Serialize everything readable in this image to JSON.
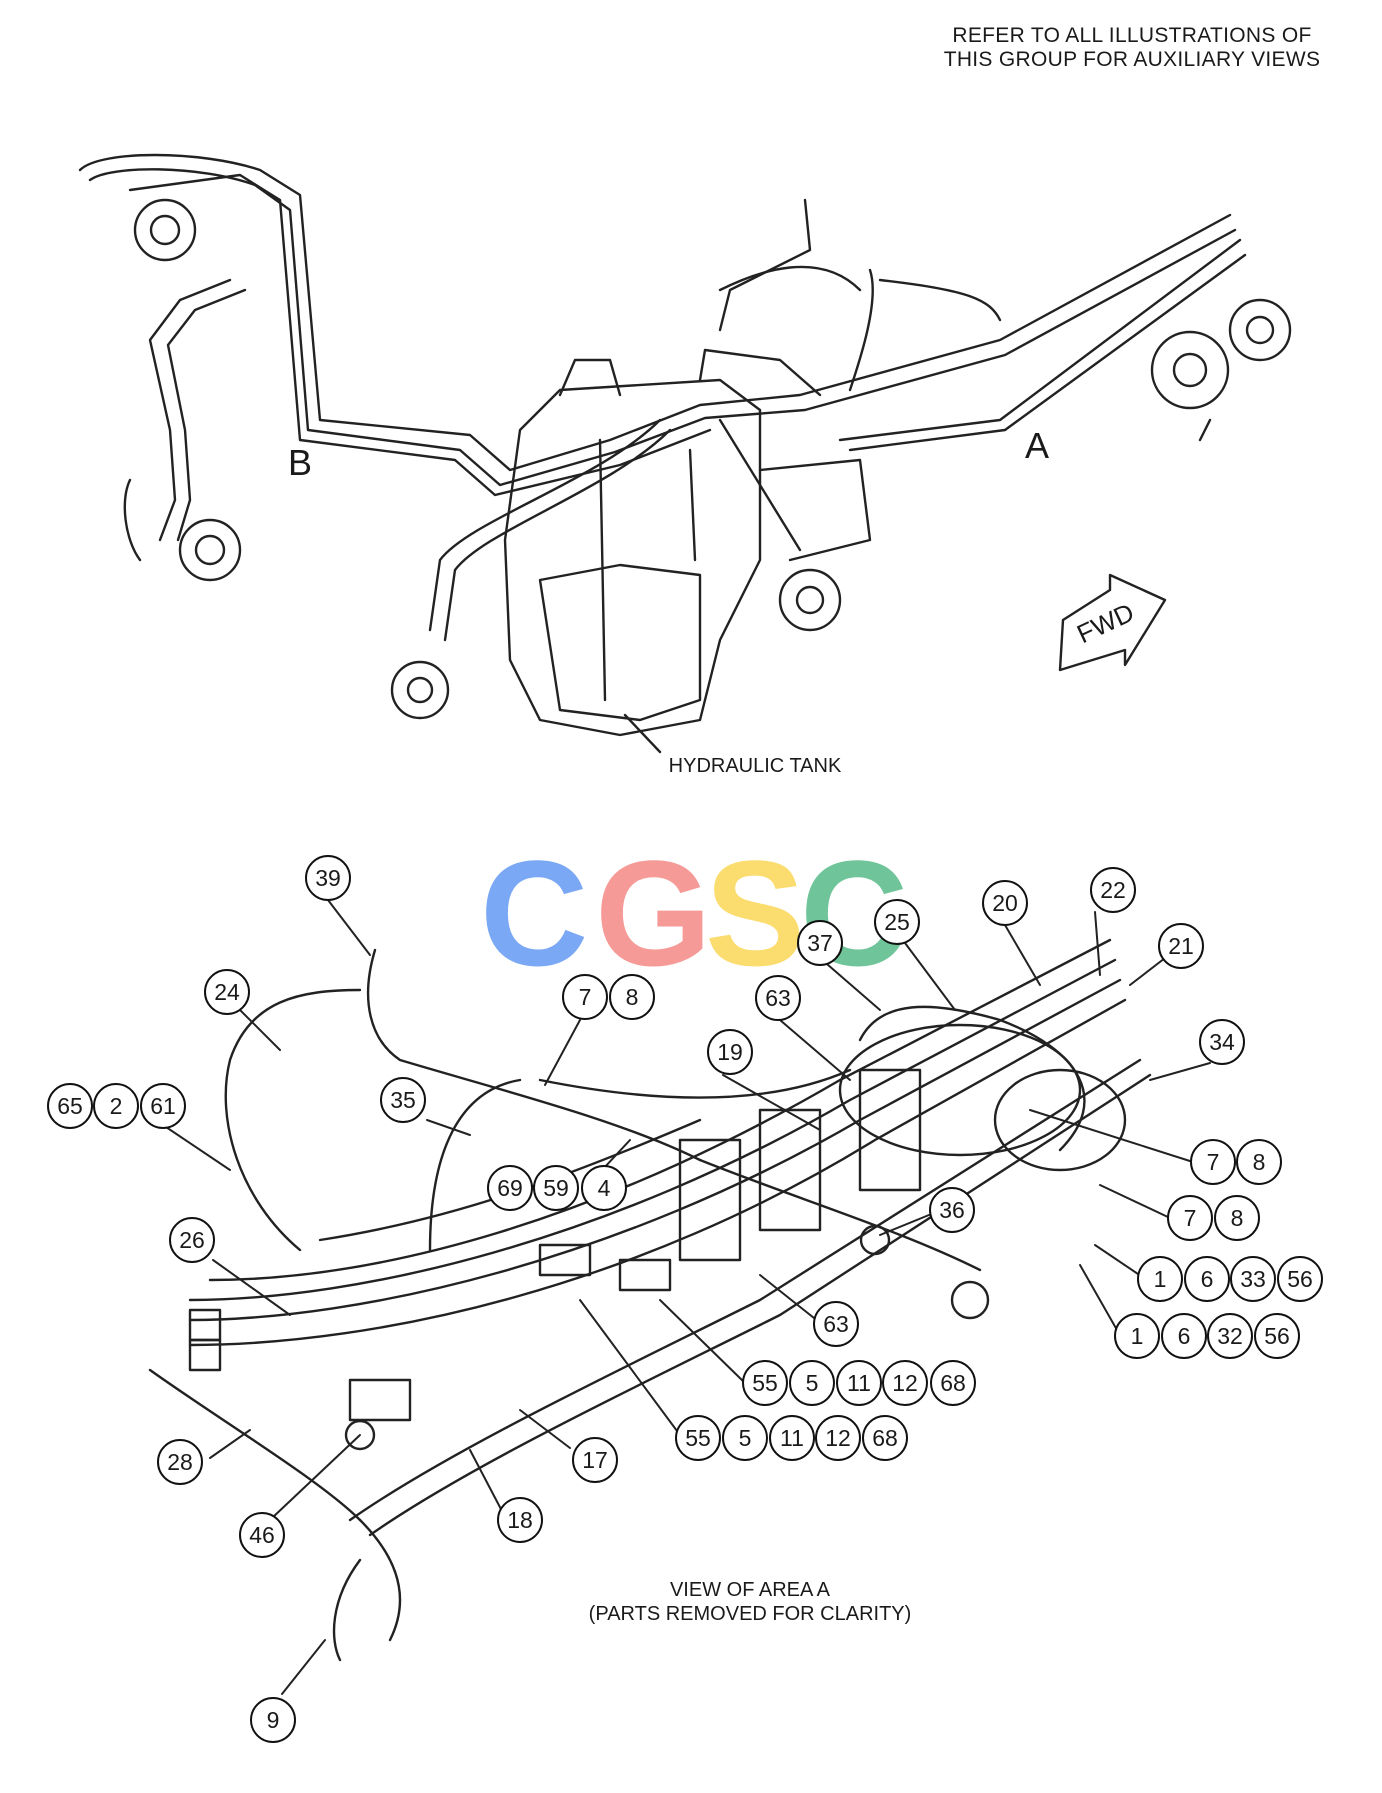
{
  "header_note": [
    "REFER TO ALL ILLUSTRATIONS OF",
    "THIS GROUP FOR AUXILIARY VIEWS"
  ],
  "labels": {
    "area_b": "B",
    "area_a": "A",
    "fwd": "FWD",
    "tank": "HYDRAULIC TANK",
    "view_title": "VIEW OF AREA A",
    "view_subtitle": "(PARTS REMOVED FOR CLARITY)"
  },
  "watermark": {
    "letters": [
      "C",
      "G",
      "S",
      "C"
    ],
    "colors": [
      "#7aa8f5",
      "#f59a96",
      "#fbdc6e",
      "#6fc49a"
    ]
  },
  "callouts": [
    "39",
    "24",
    "65",
    "2",
    "61",
    "35",
    "7",
    "8",
    "63",
    "19",
    "37",
    "25",
    "20",
    "22",
    "21",
    "34",
    "69",
    "59",
    "4",
    "7",
    "8",
    "7",
    "8",
    "36",
    "26",
    "1",
    "6",
    "33",
    "56",
    "1",
    "6",
    "32",
    "56",
    "63",
    "55",
    "5",
    "11",
    "12",
    "68",
    "55",
    "5",
    "11",
    "12",
    "68",
    "28",
    "17",
    "46",
    "18",
    "9"
  ]
}
